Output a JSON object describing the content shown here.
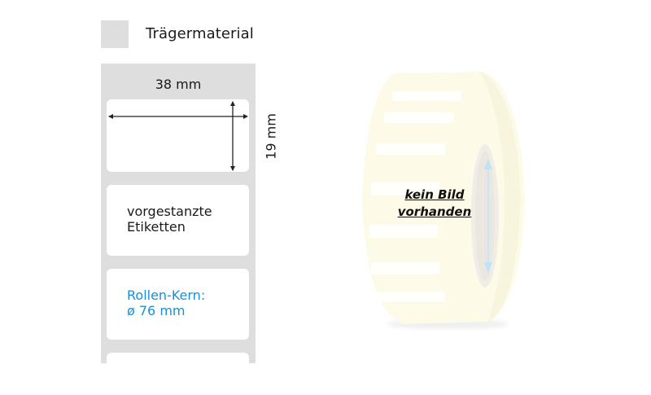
{
  "legend": {
    "swatch_color": "#dedede",
    "label": "Trägermaterial"
  },
  "diagram": {
    "liner_color": "#dedede",
    "dimensions": {
      "width": "38 mm",
      "height": "19 mm"
    },
    "labels": [
      {
        "text_line1": "",
        "text_line2": ""
      },
      {
        "text_line1": "vorgestanzte",
        "text_line2": "Etiketten"
      },
      {
        "text_line1": "Rollen-Kern:",
        "text_line2": "ø 76 mm"
      },
      {
        "text_line1": "",
        "text_line2": ""
      }
    ],
    "accent_color": "#1a8fd6"
  },
  "product_image": {
    "placeholder_line1": "kein Bild",
    "placeholder_line2": "vorhanden",
    "roll_color": "#fdfbe8",
    "core_arrow_color": "#bfe3f5"
  }
}
